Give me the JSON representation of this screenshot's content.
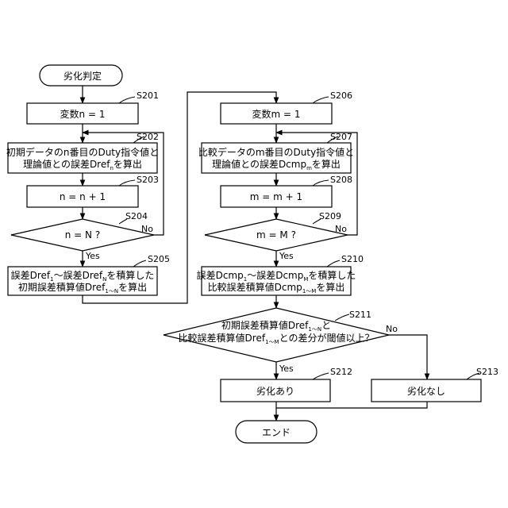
{
  "nodes": {
    "start": "劣化判定",
    "s201_text": "変数n = 1",
    "s202_line1": "初期データのn番目のDuty指令値と",
    "s202_line2_a": "理論値との誤差Dref",
    "s202_line2_sub": "n",
    "s202_line2_b": "を算出",
    "s203_text": "n = n + 1",
    "s204_text": "n = N ?",
    "s205_l1_a": "誤差Dref",
    "s205_l1_sub1": "1",
    "s205_l1_b": "～誤差Dref",
    "s205_l1_sub2": "N",
    "s205_l1_c": "を積算した",
    "s205_l2_a": "初期誤差積算値Dref",
    "s205_l2_sub": "1～N",
    "s205_l2_b": "を算出",
    "s206_text": "変数m = 1",
    "s207_line1": "比較データのm番目のDuty指令値と",
    "s207_line2_a": "理論値との誤差Dcmp",
    "s207_line2_sub": "m",
    "s207_line2_b": "を算出",
    "s208_text": "m = m + 1",
    "s209_text": "m = M ?",
    "s210_l1_a": "誤差Dcmp",
    "s210_l1_sub1": "1",
    "s210_l1_b": "～誤差Dcmp",
    "s210_l1_sub2": "M",
    "s210_l1_c": "を積算した",
    "s210_l2_a": "比較誤差積算値Dcmp",
    "s210_l2_sub": "1～M",
    "s210_l2_b": "を算出",
    "s211_l1_a": "初期誤差積算値Dref",
    "s211_l1_sub": "1～N",
    "s211_l1_b": "と",
    "s211_l2_a": "比較誤差積算値Dref",
    "s211_l2_sub": "1～M",
    "s211_l2_b": "との差分が閾値以上？",
    "s212_text": "劣化あり",
    "s213_text": "劣化なし",
    "end": "エンド"
  },
  "step_labels": {
    "s201": "S201",
    "s202": "S202",
    "s203": "S203",
    "s204": "S204",
    "s205": "S205",
    "s206": "S206",
    "s207": "S207",
    "s208": "S208",
    "s209": "S209",
    "s210": "S210",
    "s211": "S211",
    "s212": "S212",
    "s213": "S213"
  },
  "branch_labels": {
    "s204_yes": "Yes",
    "s204_no": "No",
    "s209_yes": "Yes",
    "s209_no": "No",
    "s211_yes": "Yes",
    "s211_no": "No"
  }
}
